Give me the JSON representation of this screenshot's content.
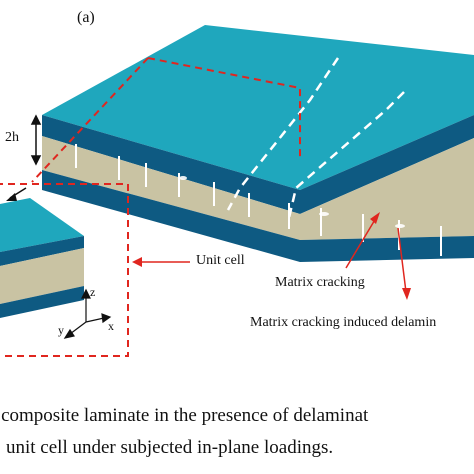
{
  "figure": {
    "panel_label": "(a)",
    "thickness_label": "2h",
    "unit_cell_label": "Unit cell",
    "matrix_cracking_label": "Matrix cracking",
    "matrix_cracking_delam_label": "Matrix cracking induced delamin",
    "axes": {
      "z": "z",
      "x": "x",
      "y": "y"
    },
    "colors": {
      "outer_ply_top": "#1fa7bd",
      "outer_ply_side": "#0e5a82",
      "inner_ply": "#c9c3a3",
      "annotation_red": "#e0261f",
      "crack_white": "#ffffff"
    }
  },
  "caption": {
    "line1": "f composite laminate in the presence of delaminat",
    "line2": "unit cell under subjected in-plane loadings."
  }
}
